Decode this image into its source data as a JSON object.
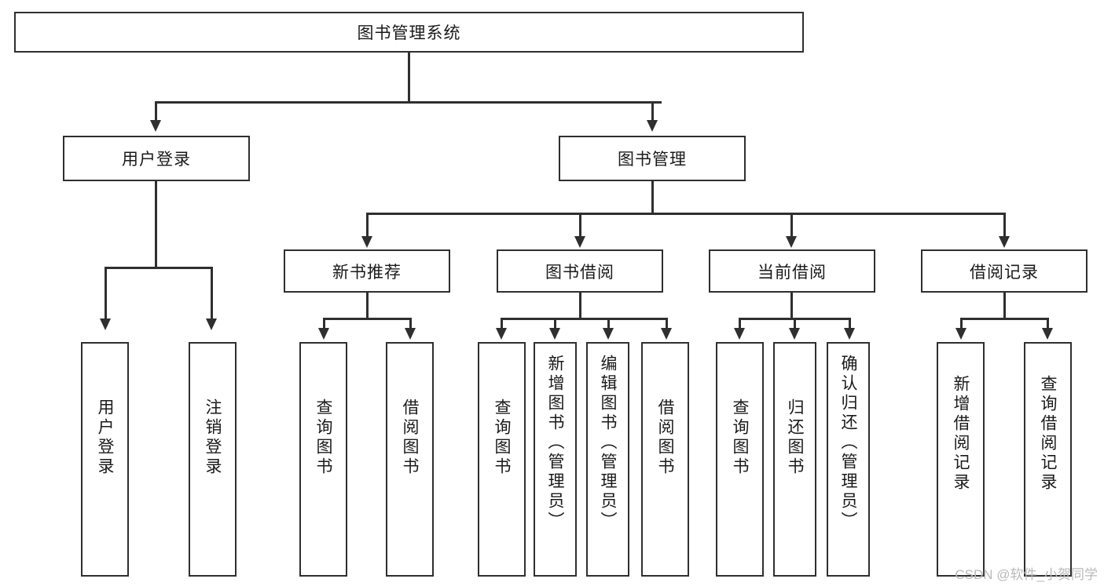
{
  "diagram": {
    "title": "图书管理系统",
    "watermark": "CSDN @软件_小贺同学",
    "root": {
      "label": "图书管理系统"
    },
    "level2": [
      {
        "label": "用户登录"
      },
      {
        "label": "图书管理"
      }
    ],
    "level3": [
      {
        "label": "新书推荐"
      },
      {
        "label": "图书借阅"
      },
      {
        "label": "当前借阅"
      },
      {
        "label": "借阅记录"
      }
    ],
    "leaves": {
      "user_login": [
        {
          "label": "用户登录"
        },
        {
          "label": "注销登录"
        }
      ],
      "new_book_recommend": [
        {
          "label": "查询图书"
        },
        {
          "label": "借阅图书"
        }
      ],
      "book_borrow": [
        {
          "label": "查询图书"
        },
        {
          "label": "新增图书（管理员）"
        },
        {
          "label": "编辑图书（管理员）"
        },
        {
          "label": "借阅图书"
        }
      ],
      "current_borrow": [
        {
          "label": "查询图书"
        },
        {
          "label": "归还图书"
        },
        {
          "label": "确认归还（管理员）"
        }
      ],
      "borrow_record": [
        {
          "label": "新增借阅记录"
        },
        {
          "label": "查询借阅记录"
        }
      ]
    },
    "colors": {
      "line": "#2f2f2f",
      "box_fill": "#ffffff",
      "text": "#1a1a1a",
      "watermark": "#b9b9b9"
    }
  }
}
